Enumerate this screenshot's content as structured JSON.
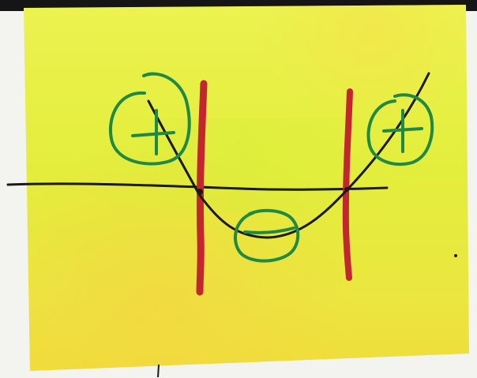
{
  "photo": {
    "subject": "sticky-note-sketch",
    "colors": {
      "background": "#f4f4f0",
      "top_edge": "#151515",
      "note_light": "#eef25a",
      "note_main": "#e6ee3e",
      "note_warm": "#f0df3a",
      "ink_black": "#1a1a1a",
      "ink_red": "#c3262f",
      "ink_green": "#1f8a45"
    }
  },
  "sketch": {
    "sign_regions": [
      {
        "position": "left",
        "sign": "+"
      },
      {
        "position": "middle",
        "sign": "−"
      },
      {
        "position": "right",
        "sign": "+"
      }
    ],
    "root_markers": 2,
    "curve": "upward-parabola",
    "axis": "horizontal"
  }
}
